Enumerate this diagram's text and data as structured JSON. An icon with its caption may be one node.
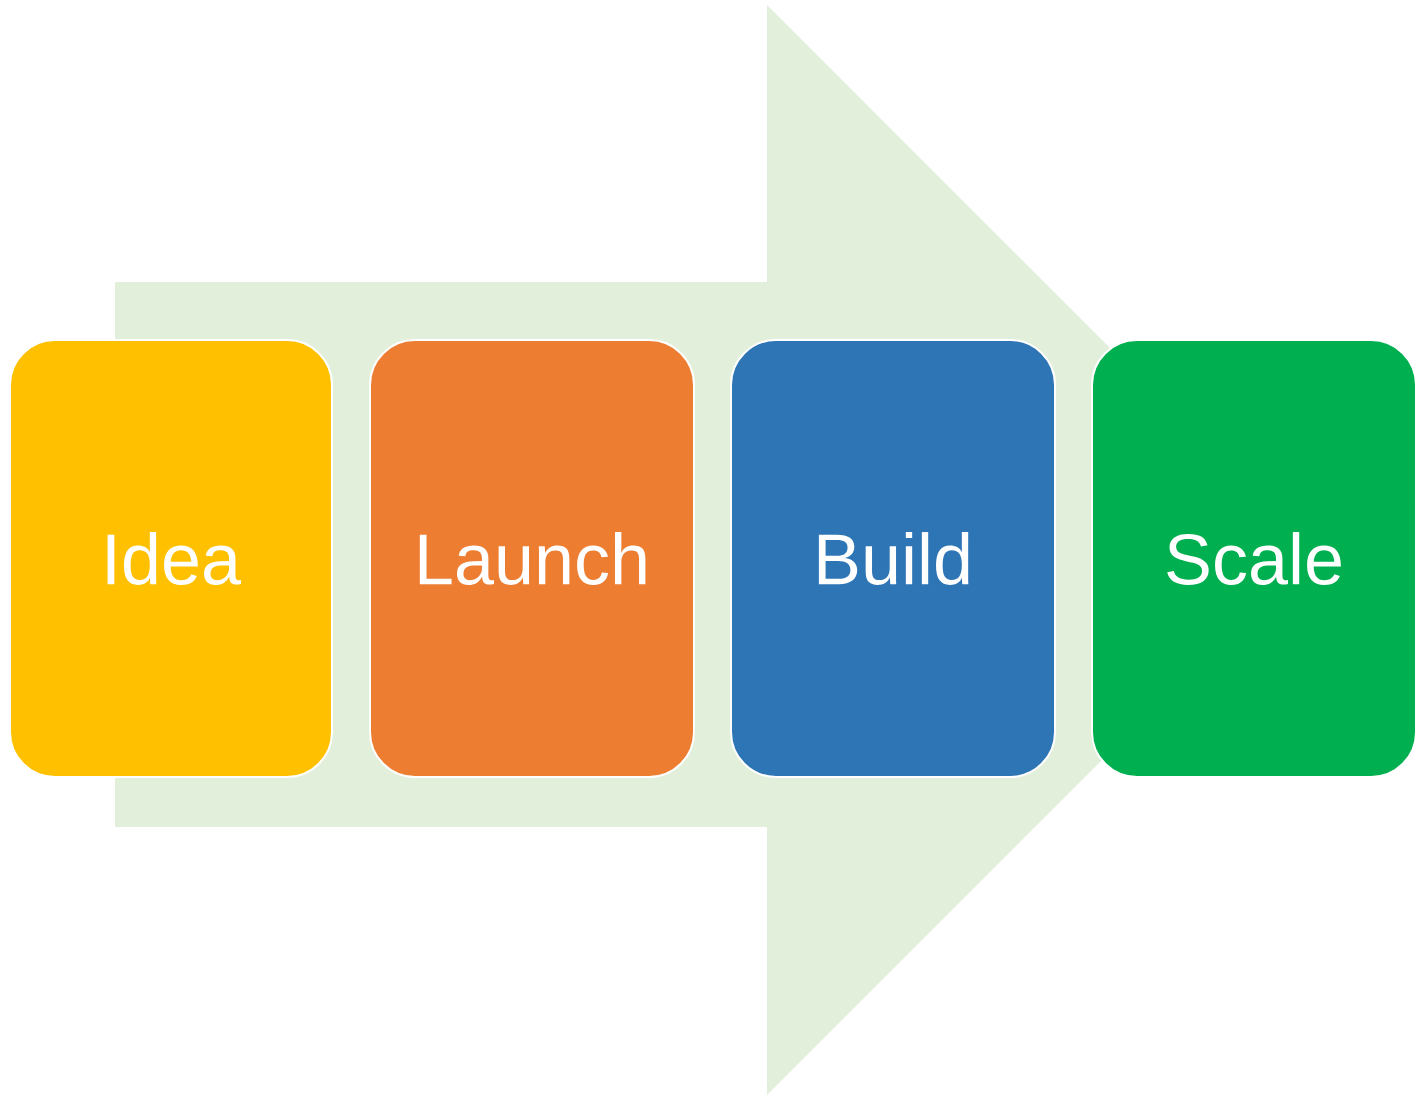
{
  "diagram": {
    "nodes": [
      {
        "text": [
          "Idea"
        ]
      },
      {
        "text": [
          "Launch"
        ]
      },
      {
        "text": [
          "Build"
        ]
      },
      {
        "text": [
          "Scale"
        ]
      }
    ],
    "edges": [
      {
        "from": 0,
        "to": 3,
        "arrow": "to"
      }
    ]
  }
}
